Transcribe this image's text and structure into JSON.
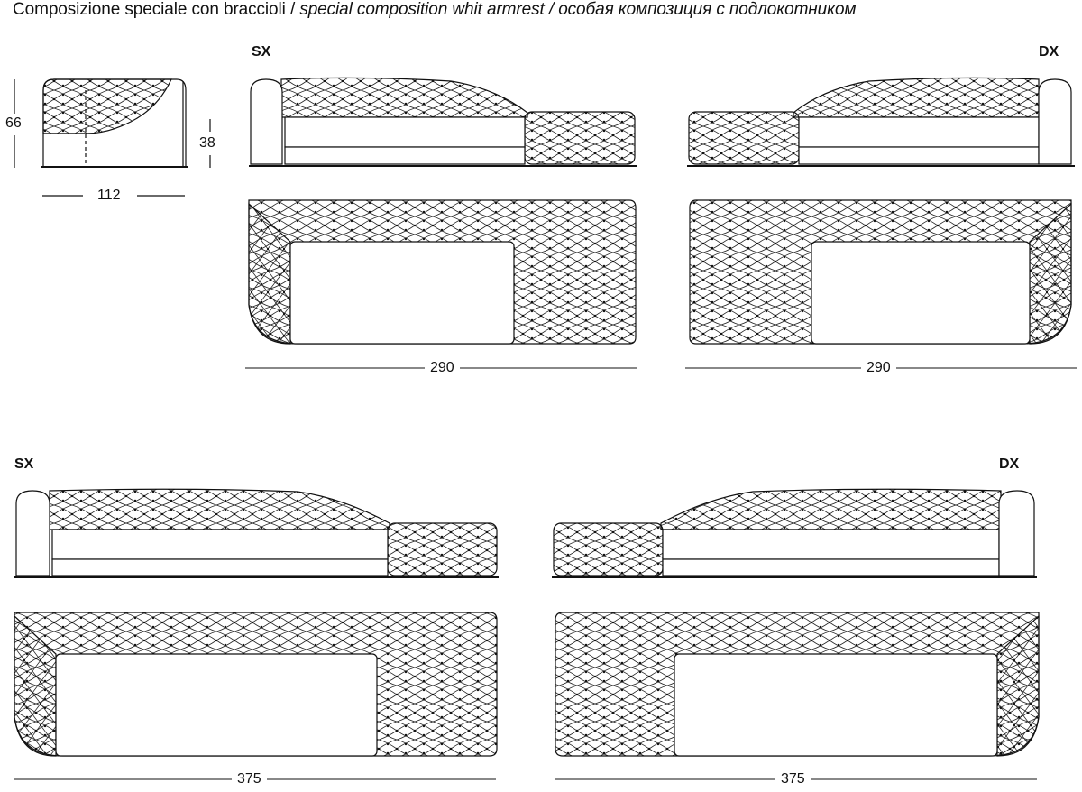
{
  "heading": {
    "part1": "Composizione speciale con braccioli / ",
    "part2": "special composition whit armrest / особая композиция с подлокотником"
  },
  "labels": {
    "sx_top": "SX",
    "dx_top": "DX",
    "sx_bottom": "SX",
    "dx_bottom": "DX"
  },
  "dimensions": {
    "height": "66",
    "seat_height": "38",
    "depth": "112",
    "width_290_left": "290",
    "width_290_right": "290",
    "width_375_left": "375",
    "width_375_right": "375"
  },
  "colors": {
    "line": "#111111",
    "background": "#ffffff"
  }
}
